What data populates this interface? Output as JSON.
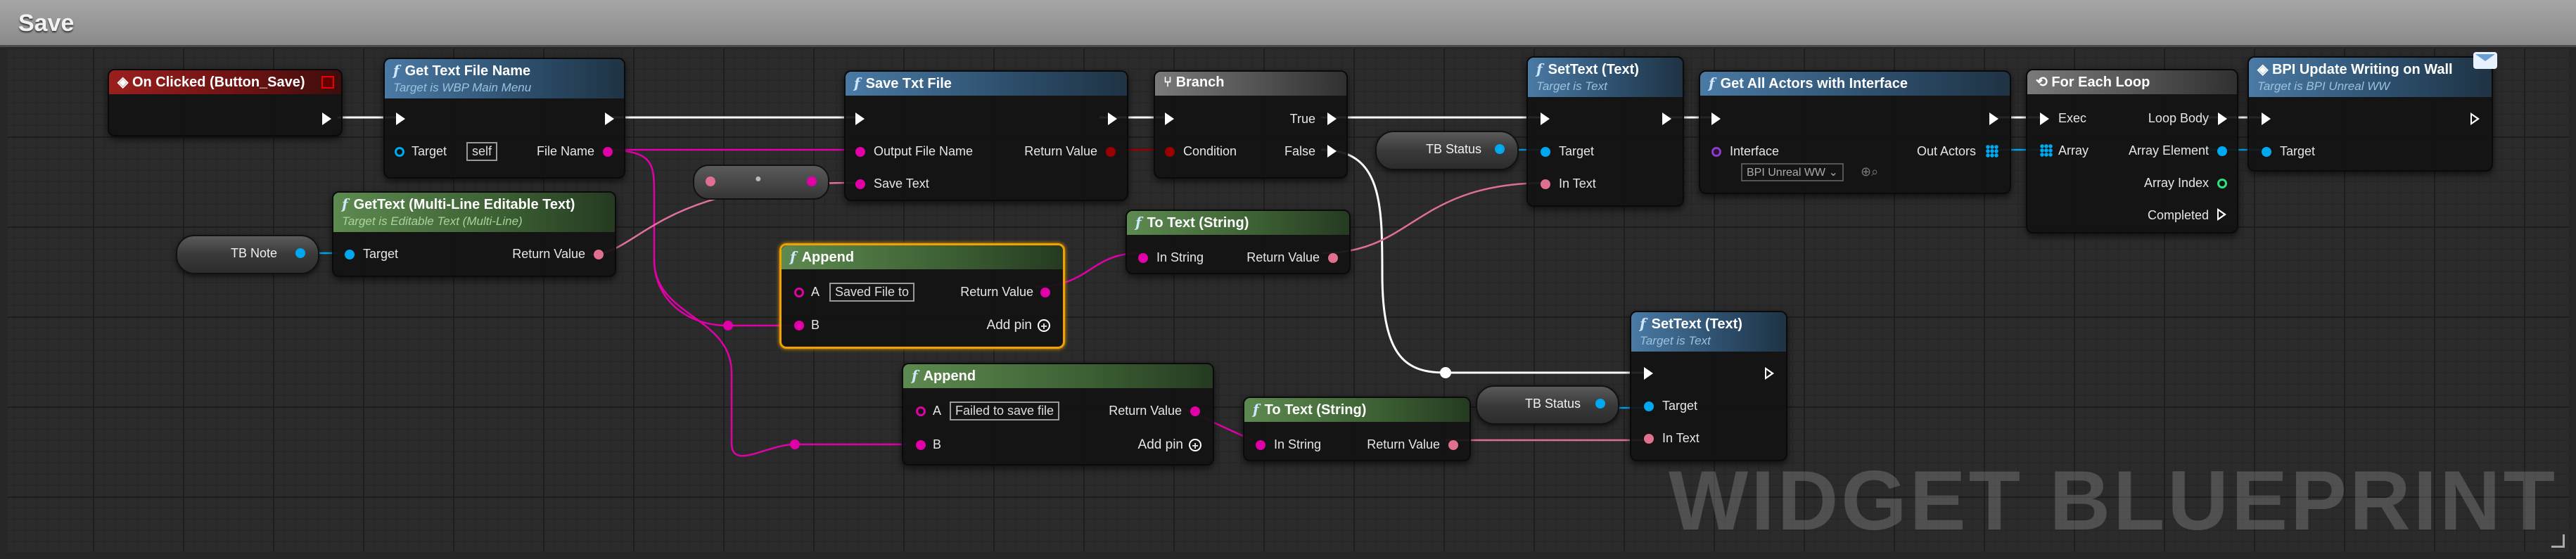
{
  "window": {
    "title": "Save"
  },
  "watermark": "WIDGET BLUEPRINT",
  "nodes": {
    "on_clicked": {
      "title": "On Clicked (Button_Save)"
    },
    "get_text_file_name": {
      "title": "Get Text File Name",
      "subtitle": "Target is WBP Main Menu",
      "target_label": "Target",
      "target_value": "self",
      "output_label": "File Name"
    },
    "save_txt_file": {
      "title": "Save Txt File",
      "in1": "Output File Name",
      "in2": "Save Text",
      "out": "Return Value"
    },
    "branch": {
      "title": "Branch",
      "condition": "Condition",
      "true_label": "True",
      "false_label": "False"
    },
    "set_text_1": {
      "title": "SetText (Text)",
      "subtitle": "Target is Text",
      "target": "Target",
      "in_text": "In Text"
    },
    "get_all_actors": {
      "title": "Get All Actors with Interface",
      "interface_label": "Interface",
      "interface_value": "BPI Unreal WW",
      "out": "Out Actors"
    },
    "for_each": {
      "title": "For Each Loop",
      "exec": "Exec",
      "array": "Array",
      "loop_body": "Loop Body",
      "array_element": "Array Element",
      "array_index": "Array Index",
      "completed": "Completed"
    },
    "bpi_update": {
      "title": "BPI Update Writing on Wall",
      "subtitle": "Target is BPI Unreal WW",
      "target": "Target"
    },
    "get_text_multiline": {
      "title": "GetText (Multi-Line Editable Text)",
      "subtitle": "Target is Editable Text (Multi-Line)",
      "target": "Target",
      "out": "Return Value"
    },
    "append_1": {
      "title": "Append",
      "a_label": "A",
      "a_value": "Saved File to",
      "b_label": "B",
      "out": "Return Value",
      "add_pin": "Add pin"
    },
    "to_text_1": {
      "title": "To Text (String)",
      "in": "In String",
      "out": "Return Value"
    },
    "append_2": {
      "title": "Append",
      "a_label": "A",
      "a_value": "Failed to save file",
      "b_label": "B",
      "out": "Return Value",
      "add_pin": "Add pin"
    },
    "to_text_2": {
      "title": "To Text (String)",
      "in": "In String",
      "out": "Return Value"
    },
    "set_text_2": {
      "title": "SetText (Text)",
      "subtitle": "Target is Text",
      "target": "Target",
      "in_text": "In Text"
    }
  },
  "variables": {
    "tb_note": "TB Note",
    "tb_status_1": "TB Status",
    "tb_status_2": "TB Status"
  },
  "icons": {
    "function": "function-f-icon",
    "event": "event-diamond-icon",
    "branch": "branch-icon",
    "loop": "loop-icon",
    "message": "envelope-icon"
  },
  "colors": {
    "exec_wire": "#ffffff",
    "string_wire": "#e000a8",
    "text_wire": "#e07090",
    "object_wire": "#00a8f0",
    "selected_outline": "#f0a300"
  }
}
